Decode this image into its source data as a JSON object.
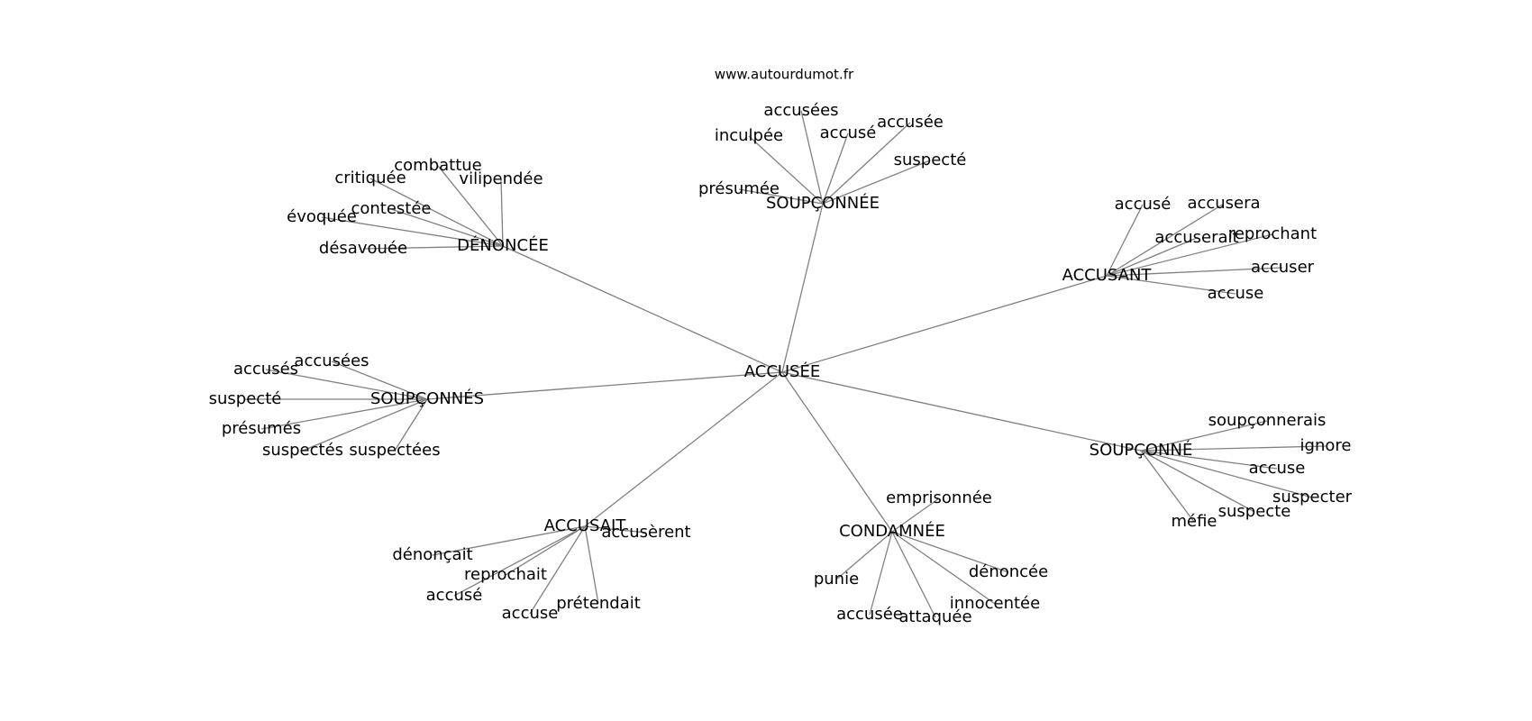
{
  "watermark": "www.autourdumot.fr",
  "center": "ACCUSÉE",
  "groups": [
    {
      "hub": "SOUPÇONNÉE",
      "leaves": [
        "accusées",
        "accusé",
        "accusée",
        "inculpée",
        "suspecté",
        "présumée"
      ]
    },
    {
      "hub": "DÉNONCÉE",
      "leaves": [
        "combattue",
        "critiquée",
        "vilipendée",
        "contestée",
        "évoquée",
        "désavouée"
      ]
    },
    {
      "hub": "ACCUSANT",
      "leaves": [
        "accusé",
        "accusera",
        "accuserait",
        "reprochant",
        "accuser",
        "accuse"
      ]
    },
    {
      "hub": "SOUPÇONNÉS",
      "leaves": [
        "accusées",
        "accusés",
        "suspecté",
        "présumés",
        "suspectés",
        "suspectées"
      ]
    },
    {
      "hub": "SOUPÇONNÉ",
      "leaves": [
        "soupçonnerais",
        "ignore",
        "accuse",
        "suspecter",
        "suspecte",
        "méfie"
      ]
    },
    {
      "hub": "ACCUSAIT",
      "leaves": [
        "accusèrent",
        "dénonçait",
        "reprochait",
        "accusé",
        "prétendait",
        "accuse"
      ]
    },
    {
      "hub": "CONDAMNÉE",
      "leaves": [
        "emprisonnée",
        "dénoncée",
        "punie",
        "innocentée",
        "accusée",
        "attaquée"
      ]
    }
  ]
}
